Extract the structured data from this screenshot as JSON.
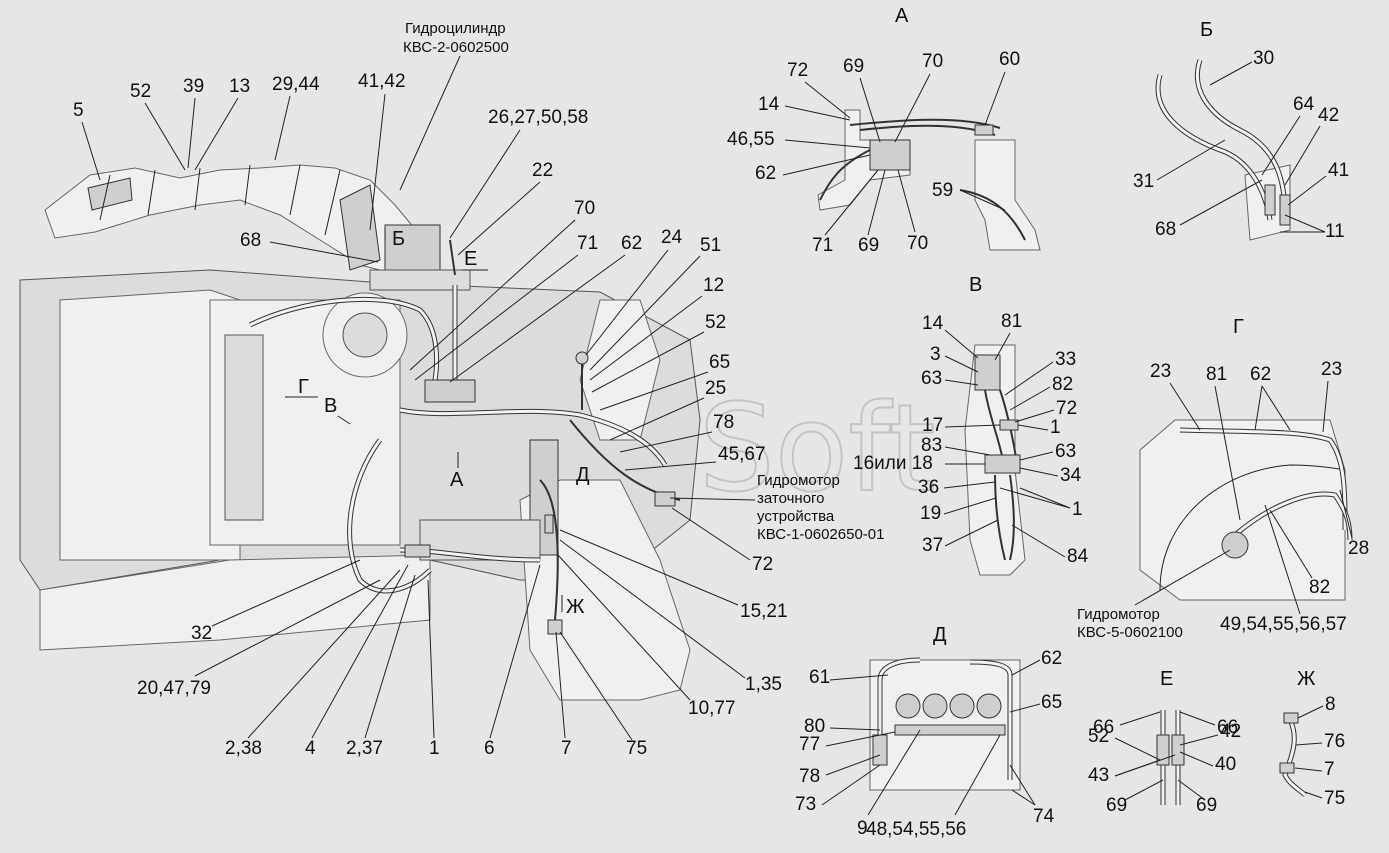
{
  "watermark": "AutoSoft",
  "captions": {
    "cylinder": [
      "Гидроцилиндр",
      "КВС-2-0602500"
    ],
    "sharpener_motor": [
      "Гидромотор",
      "заточного",
      "устройства",
      "КВС-1-0602650-01"
    ],
    "motor_g": [
      "Гидромотор",
      "КВС-5-0602100"
    ]
  },
  "views": {
    "A": "А",
    "B": "Б",
    "V": "В",
    "G": "Г",
    "D": "Д",
    "E": "Е",
    "Zh": "Ж"
  },
  "main_markers": {
    "b": "Б",
    "e": "Е",
    "g": "Г",
    "v": "В",
    "a": "А",
    "d": "Д",
    "zh": "Ж"
  },
  "main_labels": [
    "5",
    "52",
    "39",
    "13",
    "29,44",
    "41,42",
    "26,27,50,58",
    "22",
    "68",
    "70",
    "71",
    "62",
    "24",
    "51",
    "12",
    "52",
    "65",
    "25",
    "78",
    "45,67",
    "72",
    "15,21",
    "1,35",
    "10,77",
    "75",
    "7",
    "6",
    "1",
    "2,37",
    "4",
    "2,38",
    "20,47,79",
    "32"
  ],
  "view_a_labels": [
    "72",
    "69",
    "70",
    "60",
    "14",
    "46,55",
    "62",
    "59",
    "71",
    "69",
    "70"
  ],
  "view_b_labels": [
    "30",
    "64",
    "42",
    "41",
    "31",
    "68",
    "11"
  ],
  "view_v_labels": [
    "14",
    "81",
    "3",
    "63",
    "33",
    "82",
    "72",
    "17",
    "1",
    "83",
    "63",
    "16или 18",
    "34",
    "36",
    "19",
    "1",
    "37",
    "84"
  ],
  "view_g_labels": [
    "23",
    "81",
    "62",
    "23",
    "28",
    "82",
    "49,54,55,56,57"
  ],
  "view_d_labels": [
    "61",
    "62",
    "65",
    "80",
    "77",
    "78",
    "73",
    "9",
    "48,54,55,56",
    "74"
  ],
  "view_e_labels": [
    "66",
    "66",
    "52",
    "42",
    "40",
    "43",
    "69",
    "69"
  ],
  "view_zh_labels": [
    "8",
    "76",
    "7",
    "75"
  ]
}
